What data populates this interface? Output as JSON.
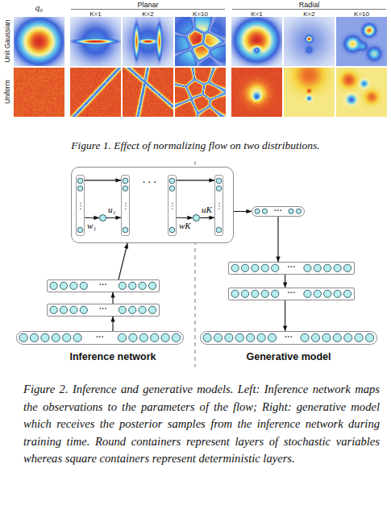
{
  "diagram": {
    "caption": "Figure 2. Inference and generative models. Left: Inference network maps the observations to the parameters of the flow; Right: generative model which receives the posterior samples from the inference network during training time. Round containers represent layers of stochastic variables whereas square containers represent deterministic layers.",
    "nodes": [
      {
        "text": [
          "· · ·"
        ]
      },
      {
        "text": [
          "⋮"
        ],
        "in": 0
      },
      {
        "text": [
          "w₁",
          "u₁"
        ],
        "in": 0
      },
      {
        "text": [
          "⋮"
        ],
        "in": 0
      },
      {
        "text": [
          "⋮"
        ],
        "in": 0
      },
      {
        "text": [
          "wK",
          "uK"
        ],
        "in": 0
      },
      {
        "text": [
          "⋮"
        ],
        "in": 0
      },
      {
        "text": [
          "···"
        ]
      },
      {
        "text": [
          "···"
        ]
      },
      {
        "text": [
          "···"
        ]
      },
      {
        "text": [
          "···"
        ]
      },
      {
        "text": [
          "···"
        ]
      },
      {
        "text": [
          "···"
        ]
      },
      {
        "text": [
          "···"
        ]
      }
    ],
    "edges": [
      {
        "from": 12,
        "to": 11,
        "arrow": "to"
      },
      {
        "from": 11,
        "to": 9,
        "arrow": "to"
      },
      {
        "from": 9,
        "to": 0,
        "arrow": "to"
      },
      {
        "from": 0,
        "to": 7,
        "arrow": "to"
      },
      {
        "from": 7,
        "to": 8,
        "arrow": "to"
      },
      {
        "from": 8,
        "to": 10,
        "arrow": "to"
      },
      {
        "from": 10,
        "to": 13,
        "arrow": "to"
      },
      {
        "from": 1,
        "to": 3,
        "arrow": "to"
      },
      {
        "from": 1,
        "to": 2,
        "arrow": "to"
      },
      {
        "from": 2,
        "to": 3,
        "arrow": "to"
      },
      {
        "from": 4,
        "to": 6,
        "arrow": "to"
      },
      {
        "from": 4,
        "to": 5,
        "arrow": "to"
      },
      {
        "from": 5,
        "to": 6,
        "arrow": "to"
      }
    ],
    "labels": [
      "q₀",
      "Planar",
      "Radial",
      "K=1",
      "K=2",
      "K=10",
      "K=1",
      "K=2",
      "K=10",
      "Unit Gaussian",
      "Uniform",
      "Figure 1. Effect of normalizing flow on two distributions.",
      "Inference network",
      "Generative model"
    ]
  }
}
